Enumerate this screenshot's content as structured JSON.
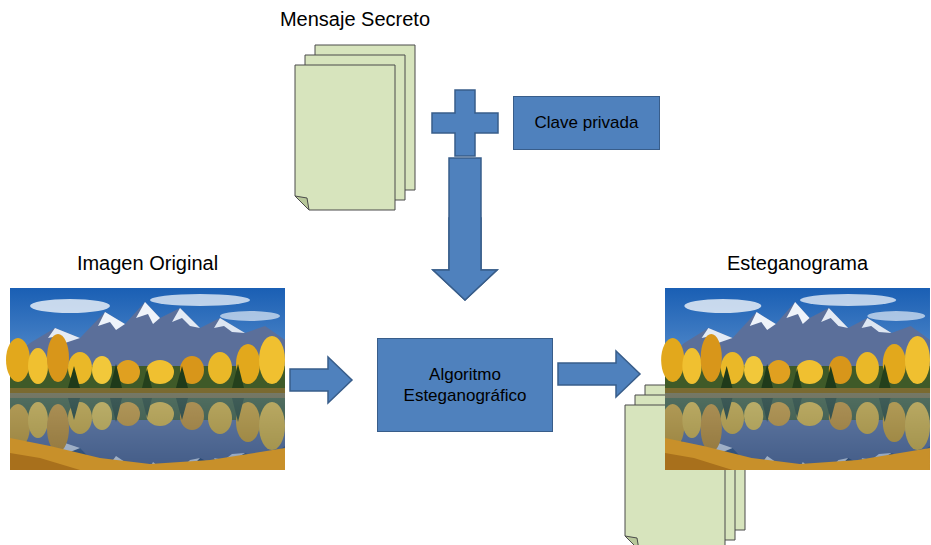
{
  "diagram": {
    "nodes": [
      {
        "text": [
          "Mensaje Secreto"
        ]
      },
      {
        "text": [
          "Clave privada"
        ]
      },
      {
        "text": [
          "Imagen Original"
        ]
      },
      {
        "text": [
          "Algoritmo Esteganográfico"
        ]
      },
      {
        "text": [
          "Esteganograma"
        ]
      }
    ],
    "edges": [
      {
        "from": 0,
        "to": 3,
        "arrow": "to"
      },
      {
        "from": 1,
        "to": 3,
        "arrow": "to"
      },
      {
        "from": 2,
        "to": 3,
        "arrow": "to"
      },
      {
        "from": 3,
        "to": 4,
        "arrow": "to"
      }
    ]
  }
}
